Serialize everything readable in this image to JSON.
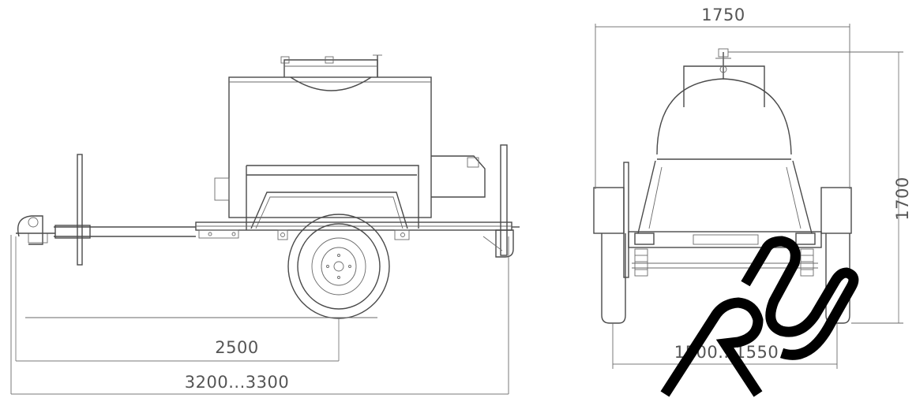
{
  "side_view": {
    "dimensions": {
      "wheelbase": "2500",
      "overall_length": "3200...3300"
    }
  },
  "rear_view": {
    "dimensions": {
      "width": "1750",
      "height": "1700",
      "track": "1500...1550"
    }
  },
  "watermark": {
    "text": "RU",
    "color": "#000000"
  },
  "colors": {
    "line": "#4a4a4a",
    "background": "#ffffff"
  }
}
